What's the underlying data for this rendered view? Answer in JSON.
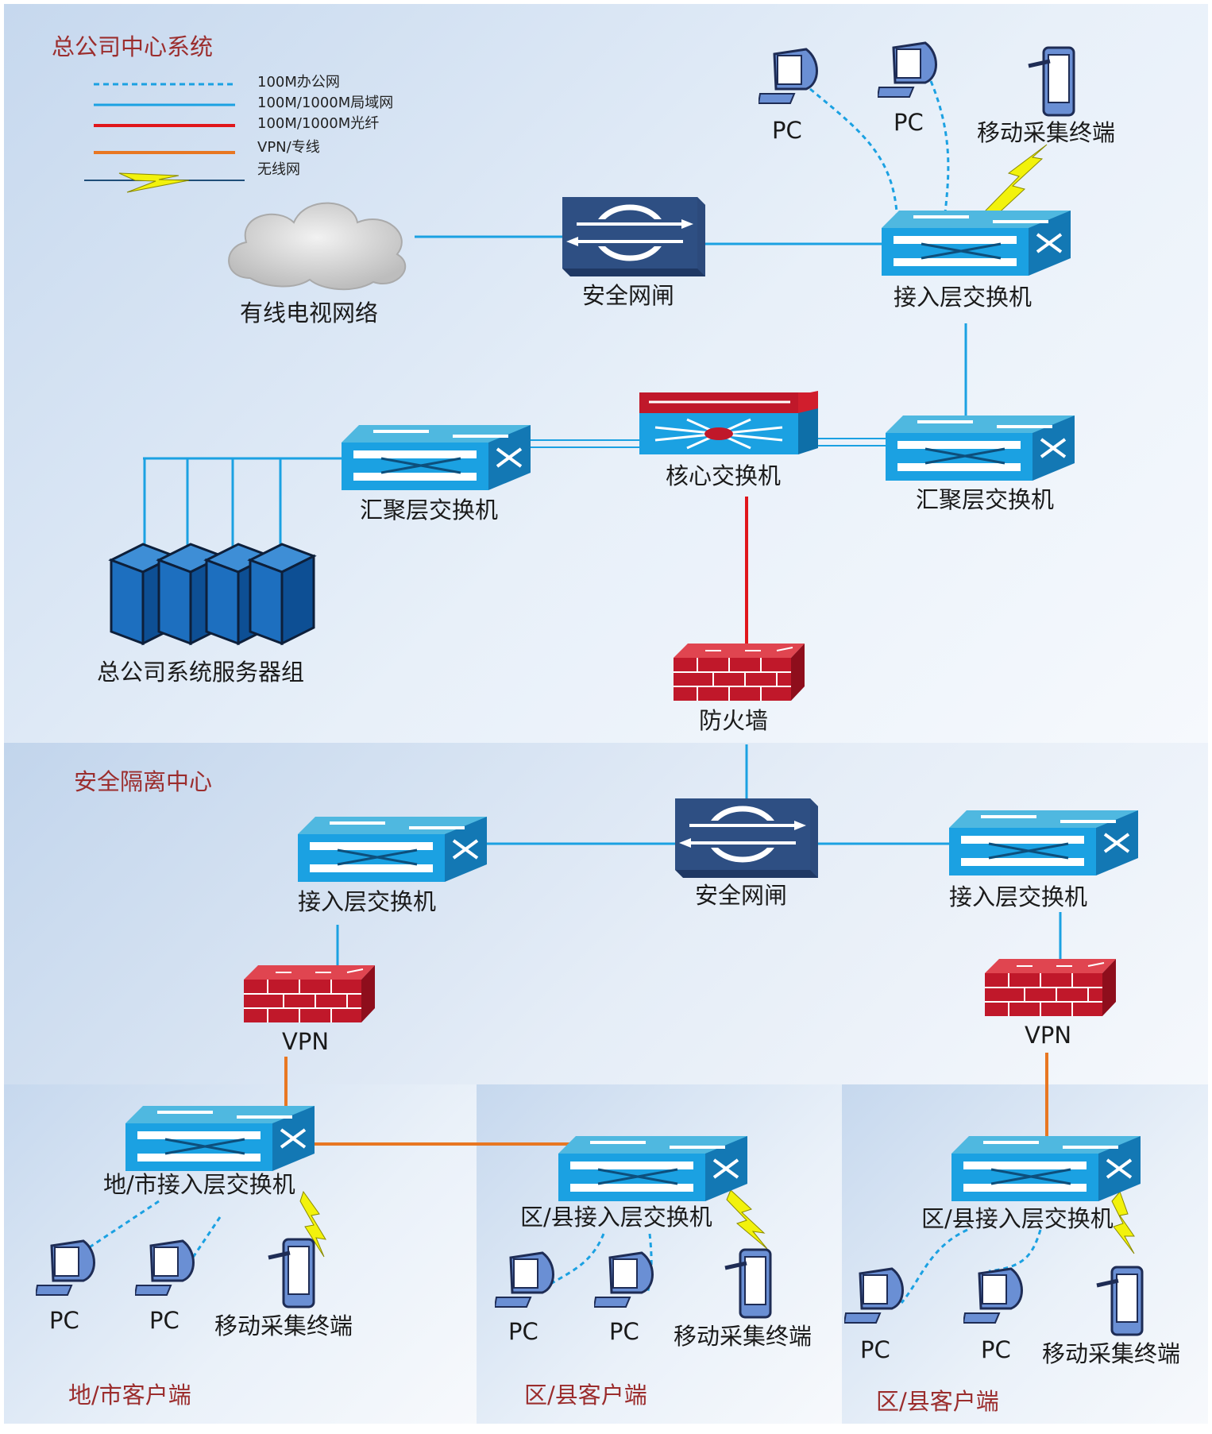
{
  "sections": {
    "hq": "总公司中心系统",
    "isolation": "安全隔离中心",
    "client_city": "地/市客户端",
    "client_county_1": "区/县客户端",
    "client_county_2": "区/县客户端"
  },
  "legend": {
    "office_100m": "100M办公网",
    "lan": "100M/1000M局域网",
    "fiber": "100M/1000M光纤",
    "vpn": "VPN/专线",
    "wireless": "无线网"
  },
  "colors": {
    "office": "#1ba1e2",
    "lan": "#1ba1e2",
    "fiber": "#e0161b",
    "vpn": "#e87722",
    "wireless": "#e8e810"
  },
  "nodes": {
    "cable_tv": "有线电视网络",
    "gateway_top": "安全网闸",
    "access_top": "接入层交换机",
    "pc_top_1": "PC",
    "pc_top_2": "PC",
    "mobile_top": "移动采集终端",
    "agg_left": "汇聚层交换机",
    "core": "核心交换机",
    "agg_right": "汇聚层交换机",
    "servers": "总公司系统服务器组",
    "firewall": "防火墙",
    "gateway_mid": "安全网闸",
    "access_mid_left": "接入层交换机",
    "access_mid_right": "接入层交换机",
    "vpn_left": "VPN",
    "vpn_right": "VPN",
    "city_switch": "地/市接入层交换机",
    "county_switch_1": "区/县接入层交换机",
    "county_switch_2": "区/县接入层交换机",
    "c1_pc1": "PC",
    "c1_pc2": "PC",
    "c1_mobile": "移动采集终端",
    "c2_pc1": "PC",
    "c2_pc2": "PC",
    "c2_mobile": "移动采集终端",
    "c3_pc1": "PC",
    "c3_pc2": "PC",
    "c3_mobile": "移动采集终端"
  }
}
